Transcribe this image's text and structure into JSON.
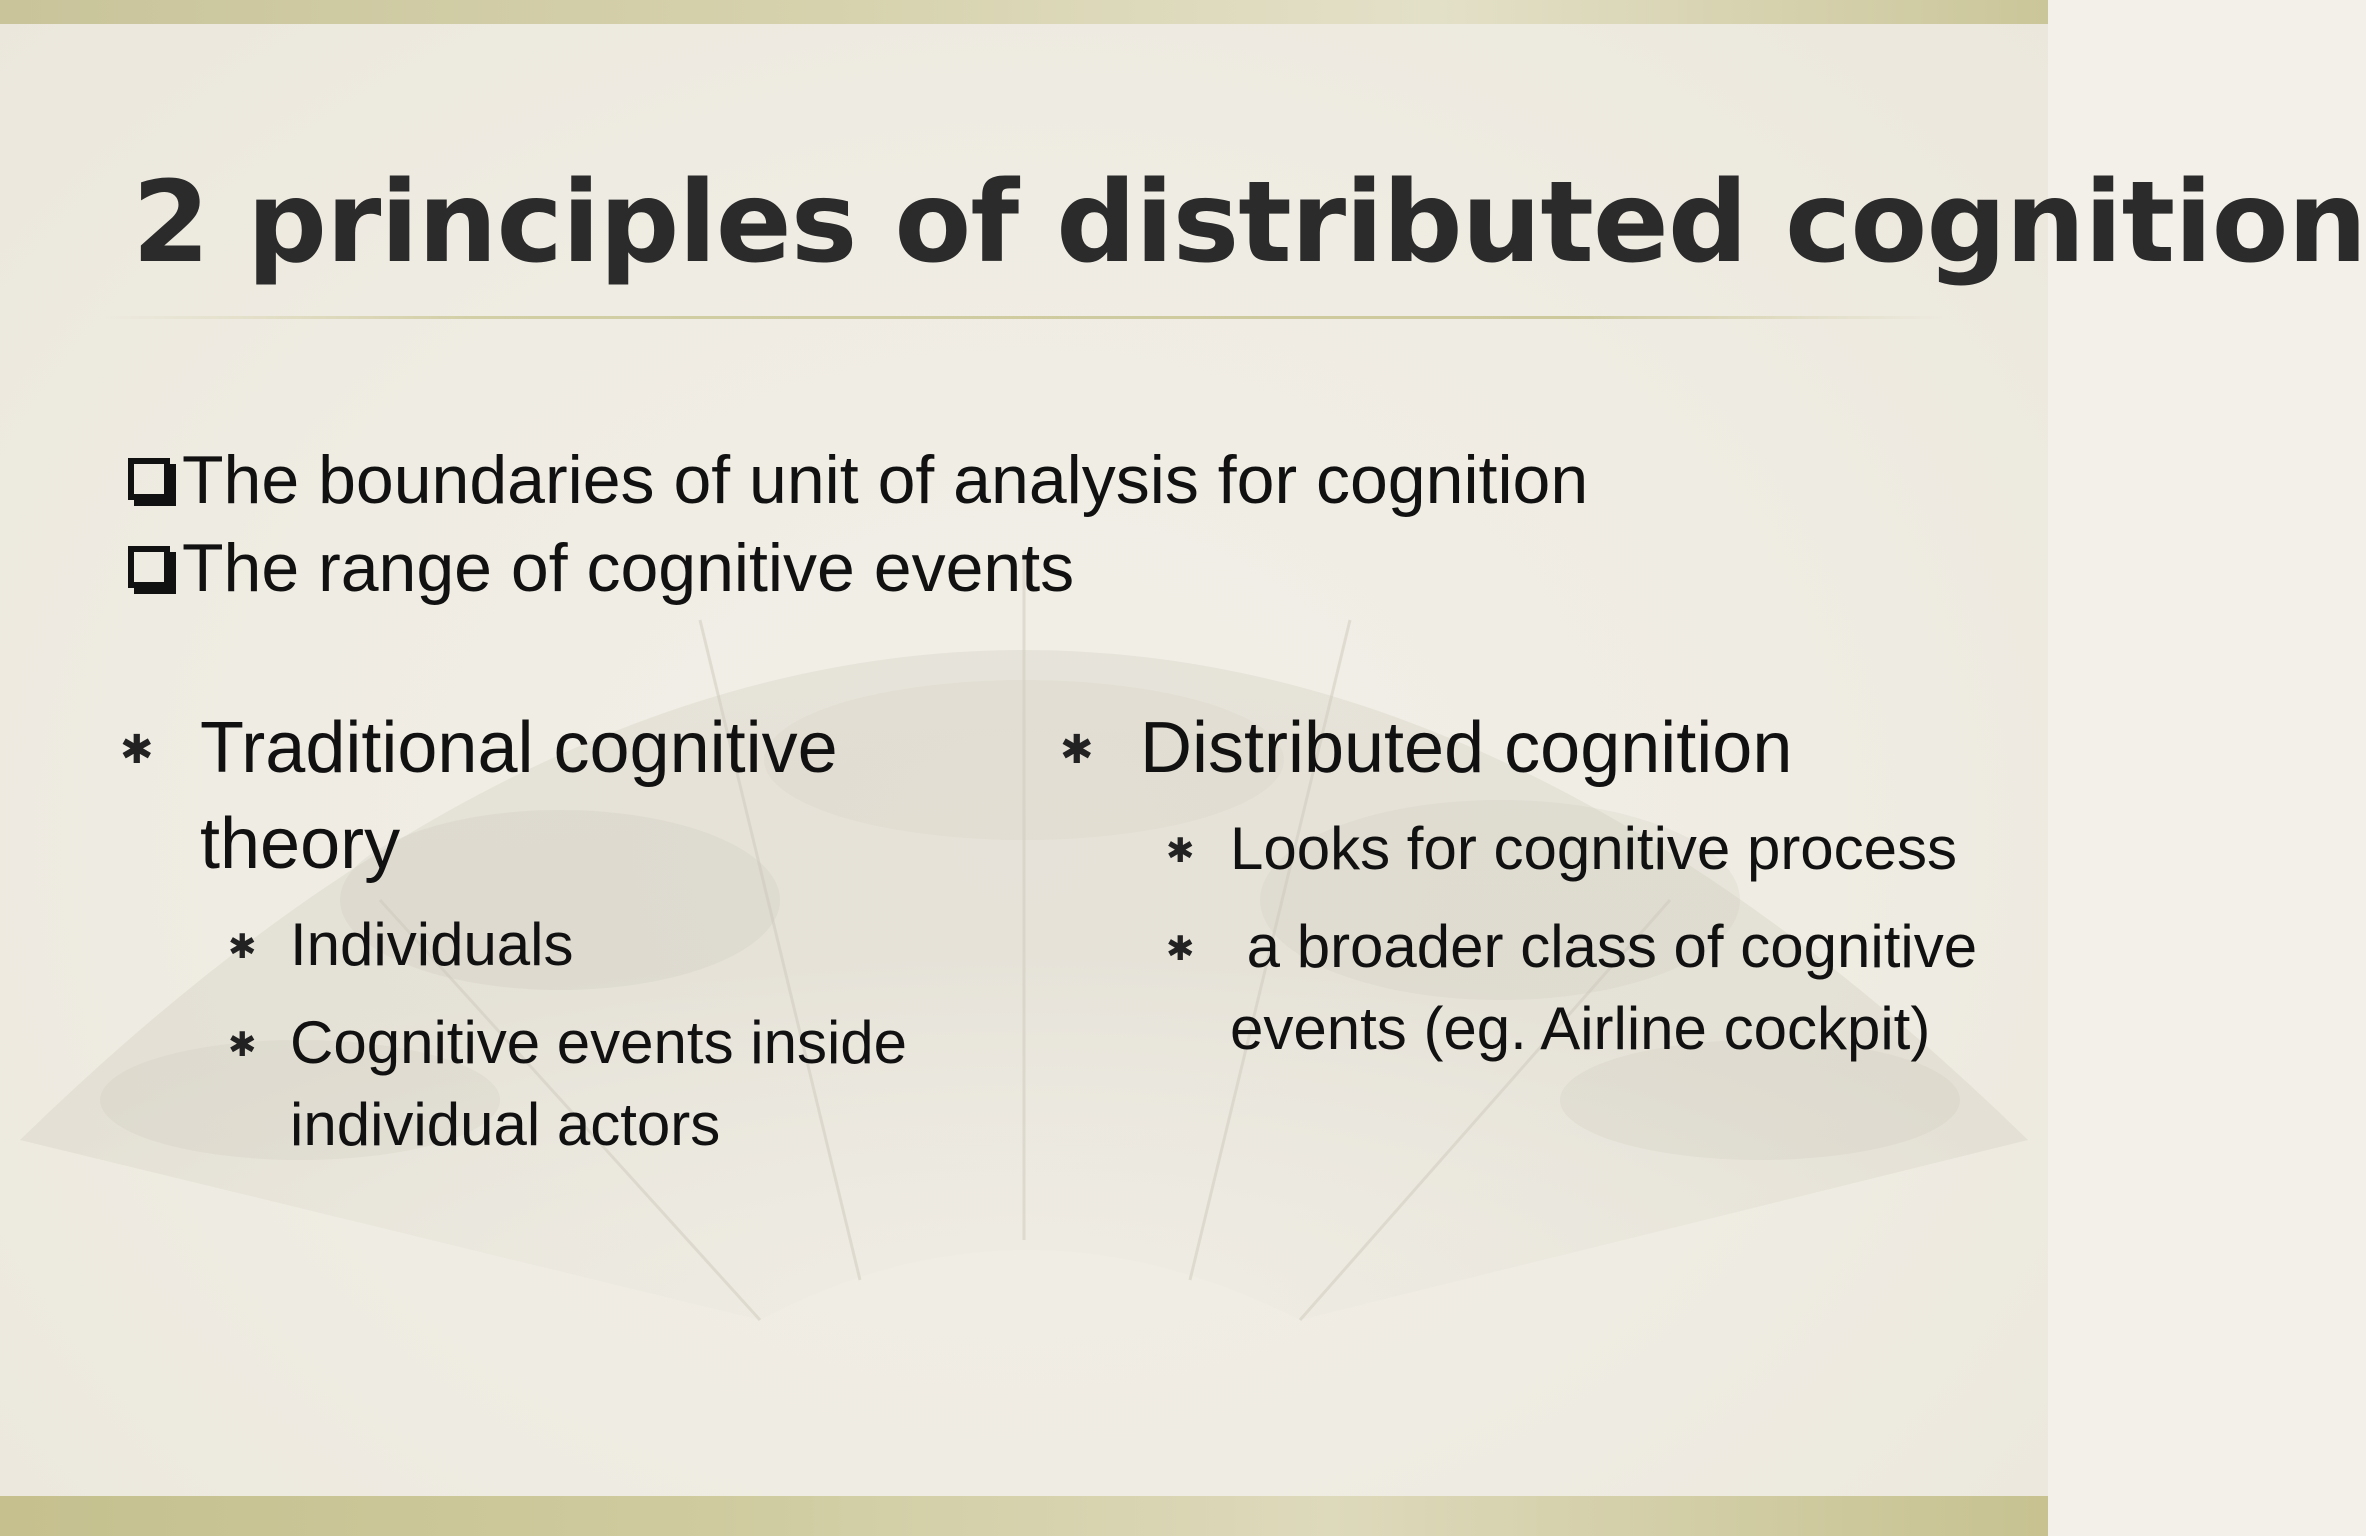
{
  "slide": {
    "title": "2 principles of distributed cognition",
    "principles": [
      "The boundaries of unit of analysis for cognition",
      "The range of cognitive events"
    ],
    "left_column": {
      "heading": "Traditional cognitive theory",
      "items": [
        "Individuals",
        "Cognitive events inside individual actors"
      ]
    },
    "right_column": {
      "heading": "Distributed cognition",
      "items": [
        "Looks for cognitive process",
        " a broader class of cognitive events (eg. Airline cockpit)"
      ]
    },
    "bullet_glyph": "✱",
    "colors": {
      "title": "#2b2b2b",
      "text": "#111111",
      "band": "#cfcb9f",
      "background": "#f1eee6"
    }
  }
}
